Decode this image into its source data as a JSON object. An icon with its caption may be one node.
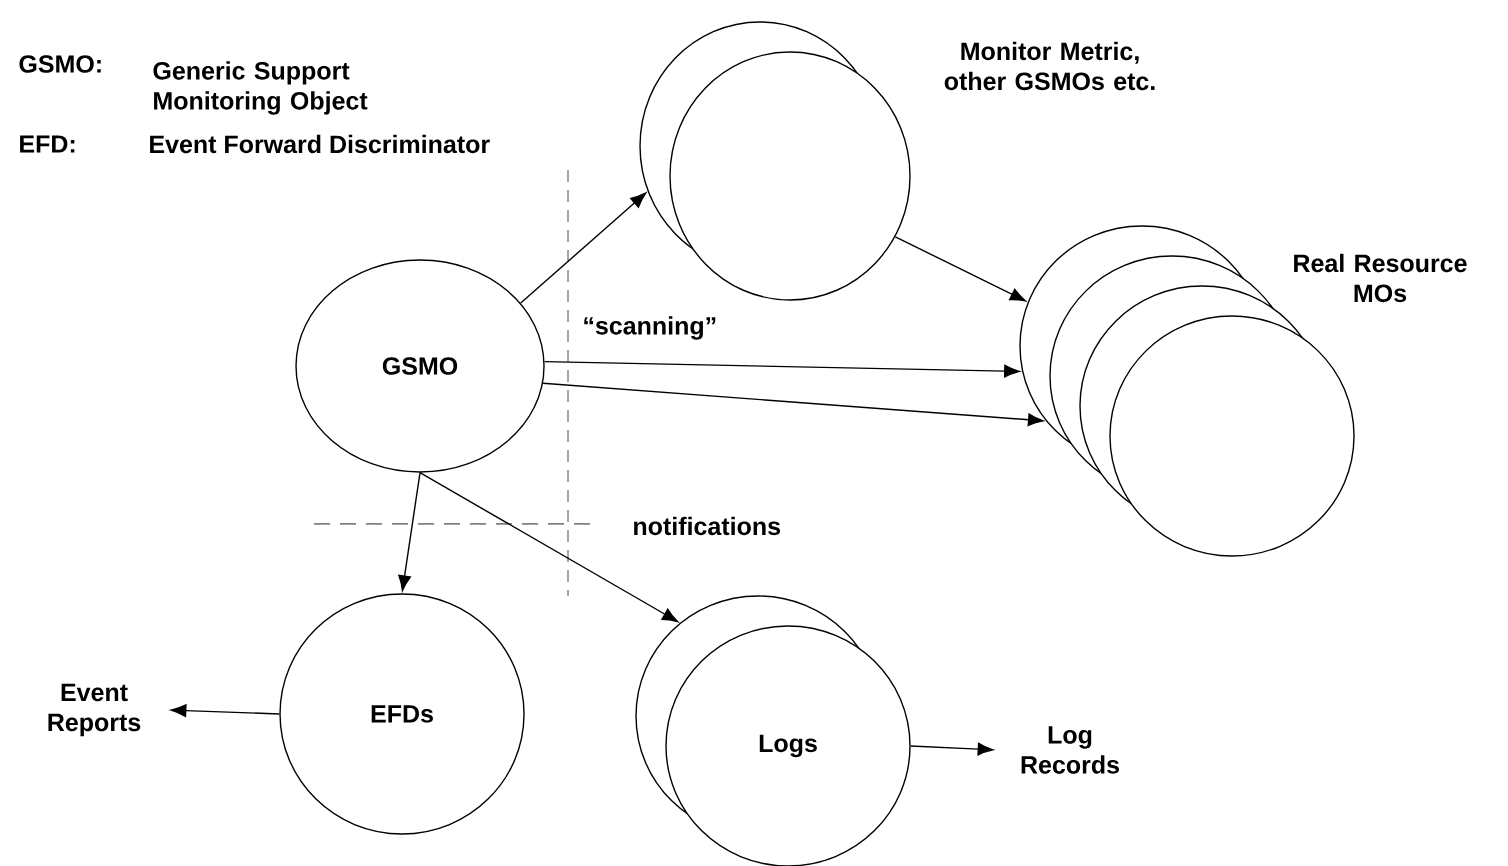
{
  "diagram": {
    "nodes": [
      {
        "text": [
          "GSMO"
        ]
      },
      {
        "text": [
          "Monitor Metric, other GSMOs etc."
        ]
      },
      {
        "text": [
          "Real Resource MOs"
        ]
      },
      {
        "text": [
          "EFDs"
        ]
      },
      {
        "text": [
          "Logs"
        ]
      },
      {
        "text": [
          "Event Reports"
        ]
      },
      {
        "text": [
          "Log Records"
        ]
      }
    ],
    "edges": [
      {
        "from": 0,
        "to": 1,
        "arrow": "to"
      },
      {
        "from": 1,
        "to": 2,
        "arrow": "to"
      },
      {
        "from": 0,
        "to": 2,
        "arrow": "to"
      },
      {
        "from": 0,
        "to": 2,
        "arrow": "to"
      },
      {
        "from": 0,
        "to": 3,
        "arrow": "to"
      },
      {
        "from": 0,
        "to": 4,
        "arrow": "to"
      },
      {
        "from": 3,
        "to": 5,
        "arrow": "to"
      },
      {
        "from": 4,
        "to": 6,
        "arrow": "to"
      }
    ],
    "labels": [
      "GSMO:",
      "Generic Support Monitoring Object",
      "EFD:",
      "Event Forward Discriminator",
      "“scanning”",
      "notifications"
    ]
  }
}
